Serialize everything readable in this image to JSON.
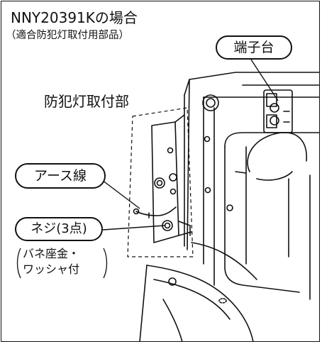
{
  "header": {
    "title": "NNY20391Kの場合",
    "subtitle": "（適合防犯灯取付用部品）"
  },
  "labels": {
    "terminal_block": "端子台",
    "mount_section": "防犯灯取付部",
    "ground_wire": "アース線",
    "screws": "ネジ(3点)",
    "note_line1": "バネ座金・",
    "note_line2": "ワッシャ付"
  },
  "colors": {
    "line": "#111111",
    "background": "#ffffff"
  }
}
